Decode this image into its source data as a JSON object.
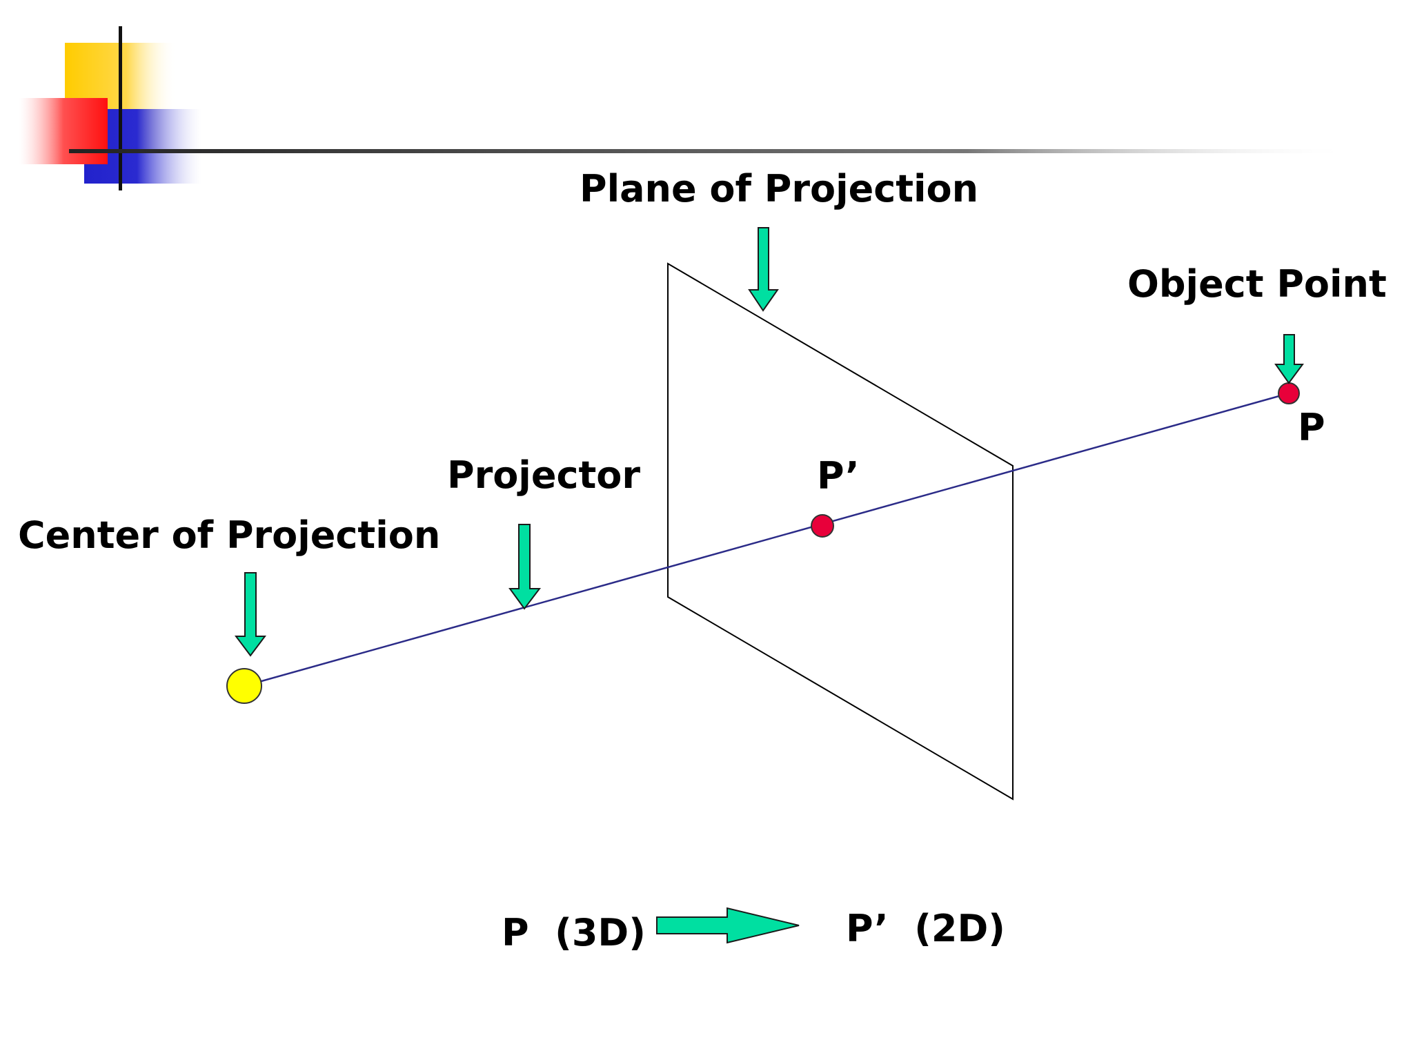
{
  "diagram": {
    "labels": {
      "plane": "Plane of Projection",
      "object_point": "Object Point",
      "p": "P",
      "projector": "Projector",
      "p_prime": "P’",
      "center": "Center of Projection",
      "bottom_left": "P  (3D)",
      "bottom_right": "P’  (2D)"
    },
    "colors": {
      "arrow_fill": "#00dfa1",
      "projector_line": "#2b2b88",
      "point_red": "#e8003a",
      "center_yellow": "#ffff00",
      "deco_yellow": "#ffcc00",
      "deco_red": "#ff2020",
      "deco_blue": "#2222cc"
    }
  }
}
